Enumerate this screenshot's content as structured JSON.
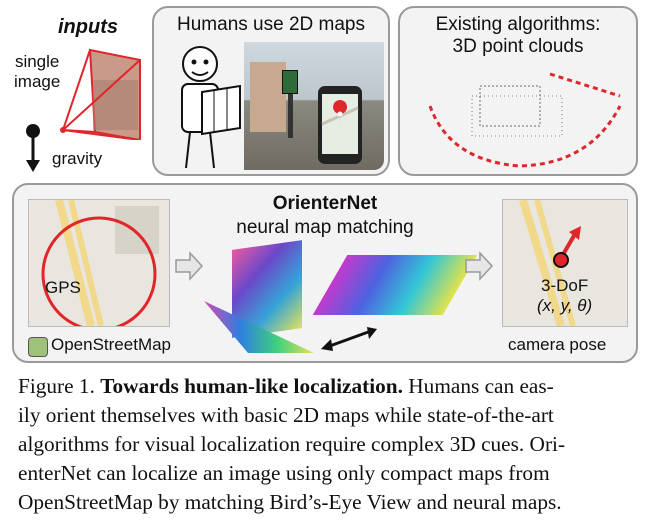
{
  "inputs": {
    "title": "inputs",
    "single_image_line1": "single",
    "single_image_line2": "image",
    "gravity": "gravity"
  },
  "humans_panel": {
    "title": "Humans use 2D maps"
  },
  "algorithms_panel": {
    "title_line1": "Existing algorithms:",
    "title_line2": "3D point clouds"
  },
  "pipeline": {
    "title": "OrienterNet",
    "subtitle": "neural map matching",
    "gps_label": "GPS",
    "osm_label": "OpenStreetMap",
    "dof_label": "3-DoF",
    "dof_vars": "(x, y, θ)",
    "camera_pose_label": "camera pose"
  },
  "caption": {
    "prefix": "Figure 1. ",
    "bold": "Towards human-like localization.",
    "rest_line1": " Humans can eas-",
    "line2": "ily orient themselves with basic 2D maps while state-of-the-art",
    "line3": "algorithms for visual localization require complex 3D cues. Ori-",
    "line4": "enterNet can localize an image using only compact maps from",
    "line5": "OpenStreetMap by matching Bird’s-Eye View and neural maps."
  },
  "colors": {
    "accent_red": "#e0262b",
    "panel_border": "#9a9a9a",
    "panel_fill": "#f3f3f3"
  }
}
